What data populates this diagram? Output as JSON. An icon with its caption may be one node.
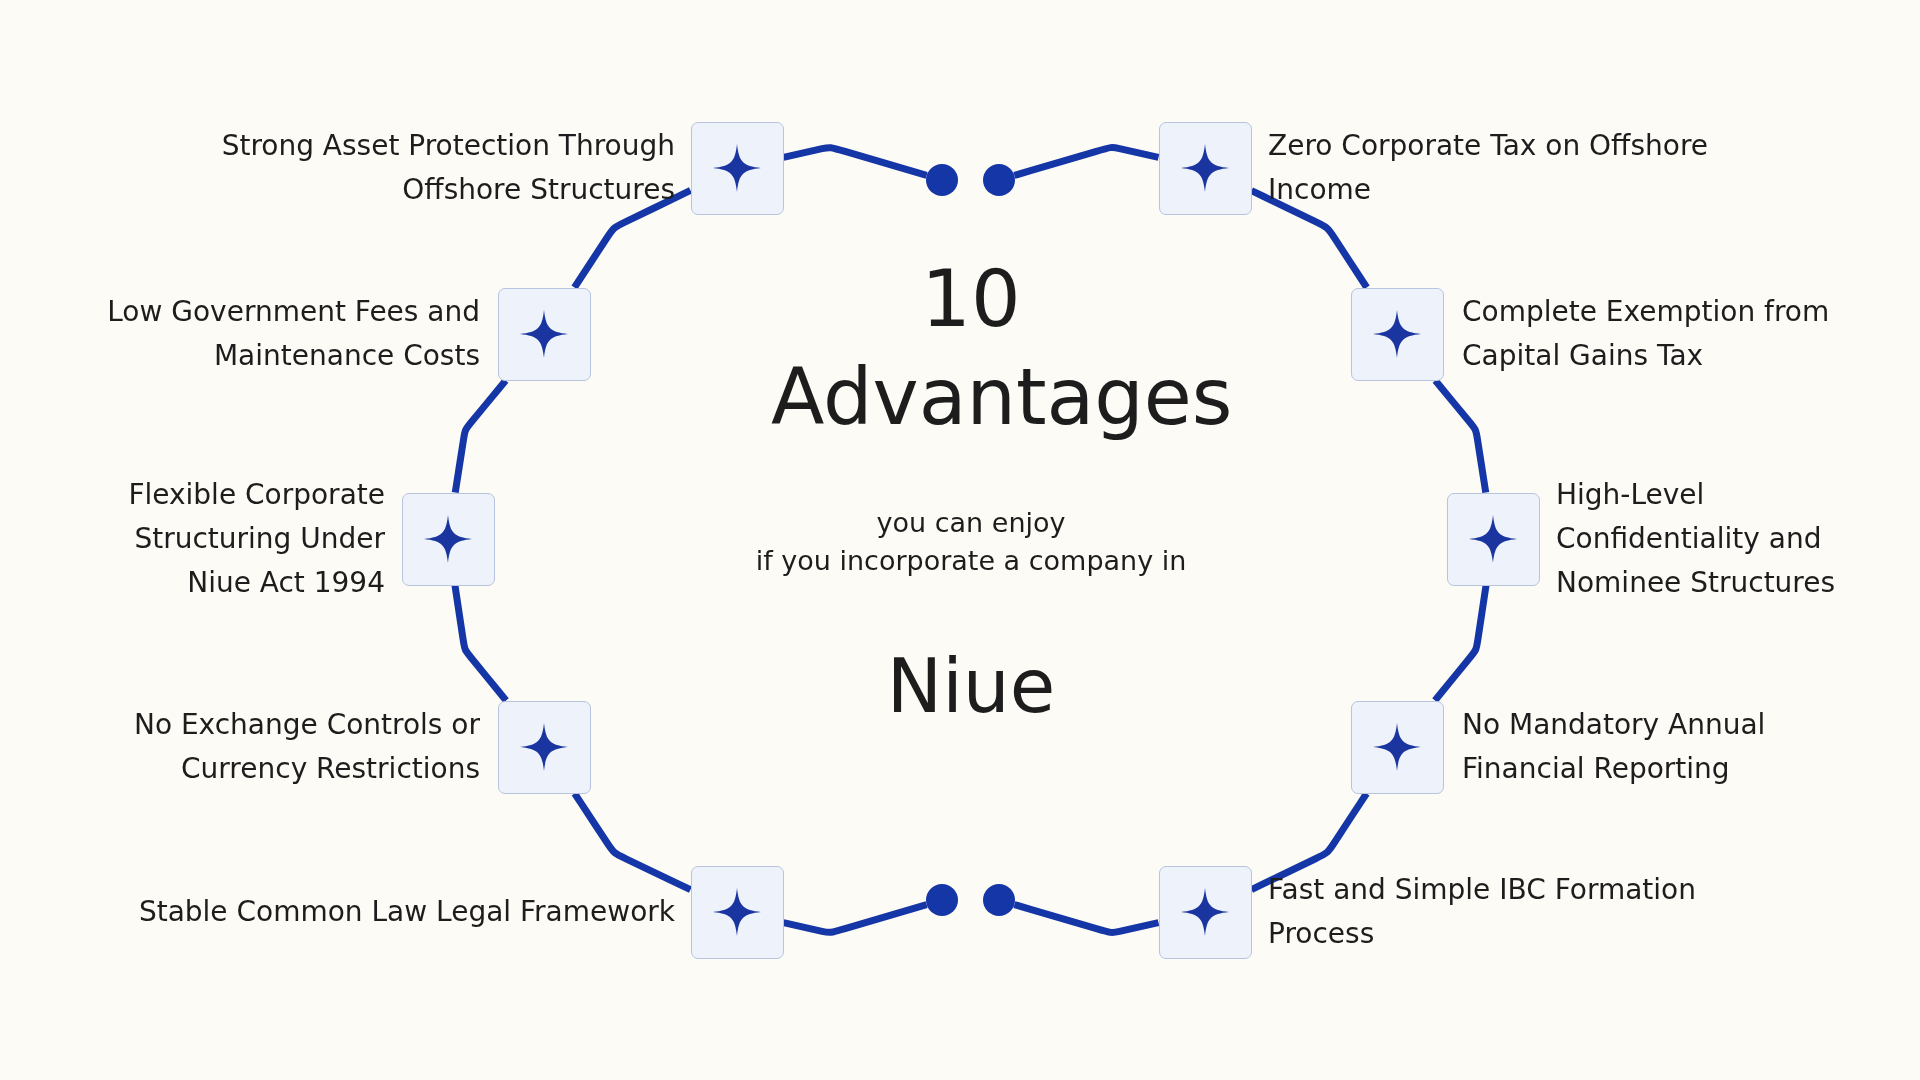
{
  "diagram": {
    "title": "10 Advantages",
    "nodes": [
      {
        "text": [],
        "shape": "box",
        "beside": [
          "Strong Asset Protection Through Offshore Structures"
        ]
      },
      {
        "text": [],
        "shape": "box",
        "beside": [
          "Low Government Fees and Maintenance Costs"
        ]
      },
      {
        "text": [],
        "shape": "box",
        "beside": [
          "Flexible Corporate Structuring Under Niue Act 1994"
        ]
      },
      {
        "text": [],
        "shape": "box",
        "beside": [
          "No Exchange Controls or Currency Restrictions"
        ]
      },
      {
        "text": [],
        "shape": "box",
        "beside": [
          "Stable Common Law Legal Framework"
        ]
      },
      {
        "text": [],
        "shape": "box",
        "beside": [
          "Zero Corporate Tax on Offshore Income"
        ]
      },
      {
        "text": [],
        "shape": "box",
        "beside": [
          "Complete Exemption from Capital Gains Tax"
        ]
      },
      {
        "text": [],
        "shape": "box",
        "beside": [
          "High-Level Confidentiality and Nominee Structures"
        ]
      },
      {
        "text": [],
        "shape": "box",
        "beside": [
          "No Mandatory Annual Financial Reporting"
        ]
      },
      {
        "text": [],
        "shape": "box",
        "beside": [
          "Fast and Simple IBC Formation Process"
        ]
      },
      {
        "text": [],
        "shape": "circle"
      },
      {
        "text": [],
        "shape": "circle"
      },
      {
        "text": [],
        "shape": "circle"
      },
      {
        "text": [],
        "shape": "circle"
      }
    ],
    "edges": [
      {
        "from": 10,
        "to": 0,
        "arrow": "none"
      },
      {
        "from": 0,
        "to": 1,
        "arrow": "none"
      },
      {
        "from": 1,
        "to": 2,
        "arrow": "none"
      },
      {
        "from": 2,
        "to": 3,
        "arrow": "none"
      },
      {
        "from": 3,
        "to": 4,
        "arrow": "none"
      },
      {
        "from": 4,
        "to": 12,
        "arrow": "none"
      },
      {
        "from": 11,
        "to": 5,
        "arrow": "none"
      },
      {
        "from": 5,
        "to": 6,
        "arrow": "none"
      },
      {
        "from": 6,
        "to": 7,
        "arrow": "none"
      },
      {
        "from": 7,
        "to": 8,
        "arrow": "none"
      },
      {
        "from": 8,
        "to": 9,
        "arrow": "none"
      },
      {
        "from": 9,
        "to": 13,
        "arrow": "none"
      }
    ],
    "labels": [
      "you can enjoy",
      "if you incorporate a company in",
      "Niue"
    ]
  }
}
